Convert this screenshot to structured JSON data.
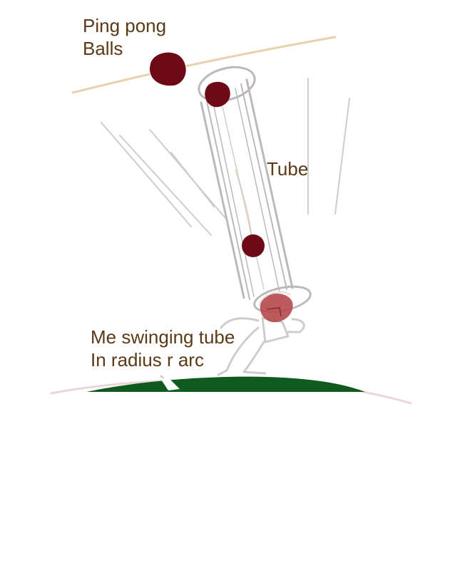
{
  "labels": {
    "balls_line1": "Ping pong",
    "balls_line2": "Balls",
    "tube": "Tube",
    "me_line1": "Me swinging tube",
    "me_line2": "In radius r arc"
  },
  "colors": {
    "label_text": "#5a3a17",
    "ball": "#6e0a16",
    "ball_faded": "#b5494d",
    "ground": "#0f5a1f",
    "trajectory": "#e3c39a",
    "sketch_lines": "#c9c6c8"
  }
}
